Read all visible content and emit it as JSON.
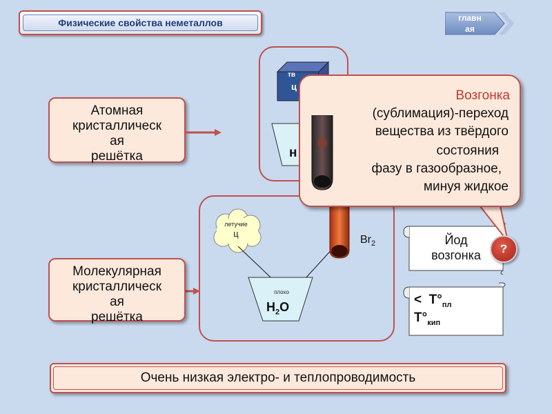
{
  "header": {
    "title": "Физические свойства неметаллов"
  },
  "nav": {
    "home_line1": "главн",
    "home_line2": "ая"
  },
  "atomic": {
    "label_lines": [
      "Атомная",
      "кристаллическ",
      "ая",
      "решётка"
    ],
    "cube_text_1": "тв",
    "cube_text_2": "ц",
    "flask_text": "н"
  },
  "molecular": {
    "label_lines": [
      "Молекулярная",
      "кристаллическ",
      "ая",
      "решётка"
    ],
    "cloud_text_1": "летучие",
    "cloud_text_2": "ц",
    "flask_text_small": "плохо",
    "flask_formula": "H",
    "flask_formula_sub": "2",
    "flask_formula_end": "O",
    "tube_label": "Br",
    "tube_label_sub": "2"
  },
  "popup": {
    "title": "Возгонка",
    "lines": [
      "(сублимация)-переход",
      "вещества из твёрдого",
      "состояния",
      "фазу в газообразное,",
      "минуя жидкое"
    ]
  },
  "scrolls": {
    "iodine_line1": "Йод",
    "iodine_line2": "возгонка",
    "temp_lt": "<",
    "temp_t1": "Т°",
    "temp_sub1": "пл",
    "temp_t2": "Т°",
    "temp_sub2": "кип"
  },
  "help_button": {
    "label": "?"
  },
  "bottom": {
    "text": "Очень низкая электро- и теплопроводимость"
  },
  "colors": {
    "accent": "#c0504d",
    "background": "#c9d9ee",
    "box_fill": "#fde9dc"
  }
}
